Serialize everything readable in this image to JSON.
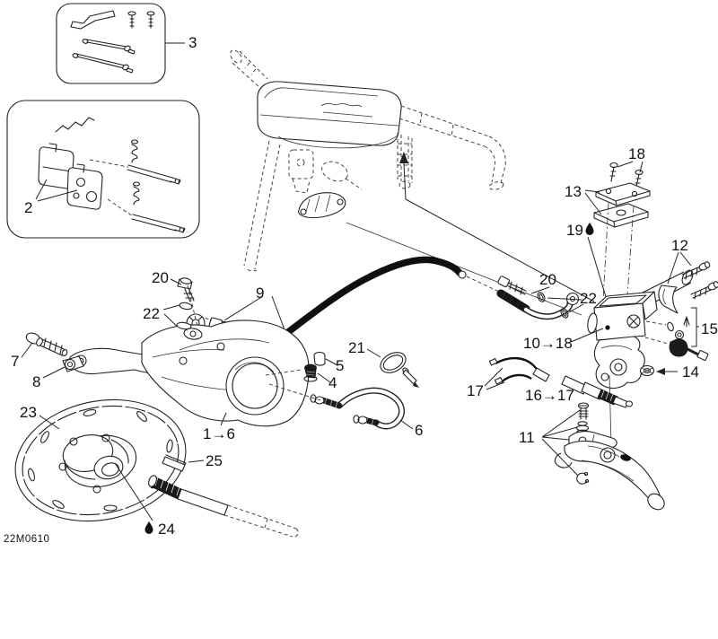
{
  "diagram": {
    "title_code": "22M0610",
    "colors": {
      "background": "#ffffff",
      "line": "#222222",
      "hose": "#101010"
    },
    "icons": {
      "lubricant": "droplet",
      "pointer": "up-arrow",
      "nut_pointer": "left-arrow"
    },
    "callouts": {
      "c3": "3",
      "c2": "2",
      "c18": "18",
      "c13": "13",
      "c19": "19",
      "c12": "12",
      "c20_right": "20",
      "c22_right": "22",
      "c15": "15",
      "c14": "14",
      "c10_18": "10→18",
      "c17": "17",
      "c16_17": "16→17",
      "c11": "11",
      "c9": "9",
      "c20_left": "20",
      "c22_left": "22",
      "c21": "21",
      "c5": "5",
      "c4": "4",
      "c7": "7",
      "c8": "8",
      "c23": "23",
      "c1_6": "1→6",
      "c6": "6",
      "c25": "25",
      "c24": "24",
      "code": "22M0610"
    }
  }
}
